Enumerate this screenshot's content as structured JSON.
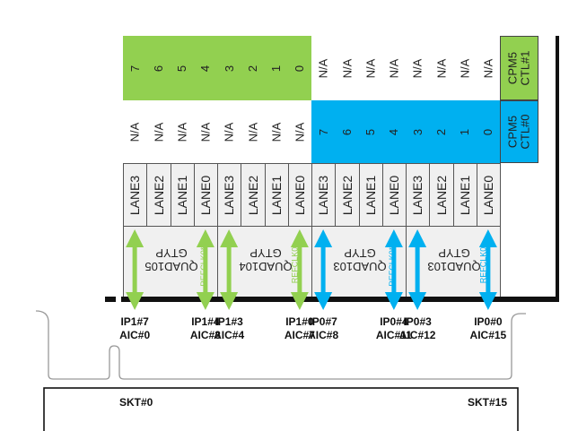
{
  "colors": {
    "green": "#92d050",
    "blue": "#00b0f0"
  },
  "rows": {
    "ctl1_left": [
      "7",
      "6",
      "5",
      "4",
      "3",
      "2",
      "1",
      "0"
    ],
    "ctl1_right": [
      "N/A",
      "N/A",
      "N/A",
      "N/A",
      "N/A",
      "N/A",
      "N/A",
      "N/A"
    ],
    "ctl0_left": [
      "N/A",
      "N/A",
      "N/A",
      "N/A",
      "N/A",
      "N/A",
      "N/A",
      "N/A"
    ],
    "ctl0_right": [
      "7",
      "6",
      "5",
      "4",
      "3",
      "2",
      "1",
      "0"
    ]
  },
  "cpm": {
    "ctl1": [
      "CPM5",
      "CTL#1"
    ],
    "ctl0": [
      "CPM5",
      "CTL#0"
    ]
  },
  "lanes": [
    "LANE3",
    "LANE2",
    "LANE1",
    "LANE0",
    "LANE3",
    "LANE2",
    "LANE1",
    "LANE0",
    "LANE3",
    "LANE2",
    "LANE1",
    "LANE0",
    "LANE3",
    "LANE2",
    "LANE1",
    "LANE0"
  ],
  "quads": [
    {
      "line1": "GTYP",
      "line2": "QUAD105",
      "refclk": "REFCLK0**",
      "color": "green"
    },
    {
      "line1": "GTYP",
      "line2": "QUAD104",
      "refclk": "REFCLK0",
      "color": "green"
    },
    {
      "line1": "GTYP",
      "line2": "QUAD103",
      "refclk": "REFCLK0**",
      "color": "blue"
    },
    {
      "line1": "GTYP",
      "line2": "QUAD103",
      "refclk": "REFCLK0",
      "color": "blue"
    }
  ],
  "connections": [
    {
      "ip": "IP1#7",
      "aic": "AIC#0",
      "col": 0,
      "color": "green"
    },
    {
      "ip": "IP1#4",
      "aic": "AIC#3",
      "col": 3,
      "color": "green"
    },
    {
      "ip": "IP1#3",
      "aic": "AIC#4",
      "col": 4,
      "color": "green"
    },
    {
      "ip": "IP1#0",
      "aic": "AIC#7",
      "col": 7,
      "color": "green"
    },
    {
      "ip": "IP0#7",
      "aic": "AIC#8",
      "col": 8,
      "color": "blue"
    },
    {
      "ip": "IP0#4",
      "aic": "AIC#11",
      "col": 11,
      "color": "blue"
    },
    {
      "ip": "IP0#3",
      "aic": "AIC#12",
      "col": 12,
      "color": "blue"
    },
    {
      "ip": "IP0#0",
      "aic": "AIC#15",
      "col": 15,
      "color": "blue"
    }
  ],
  "sockets": {
    "first": "SKT#0",
    "last": "SKT#15"
  }
}
